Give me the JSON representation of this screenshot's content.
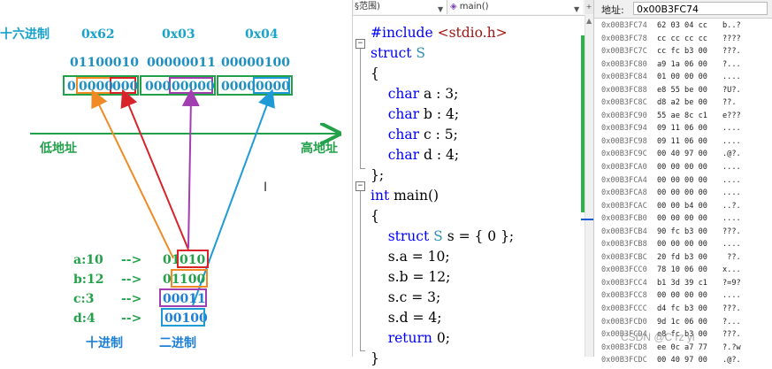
{
  "diagram": {
    "hex_label": "十六进制",
    "hex_values": [
      "0x62",
      "0x03",
      "0x04"
    ],
    "binary_values": [
      "01100010",
      "00000011",
      "00000100"
    ],
    "memory_bytes": {
      "b1_pre": "0",
      "b1_orange": "0000",
      "b1_red": "000",
      "b2_pre": "000",
      "b2_purple": "00000",
      "b3_green": "0000",
      "b3_blue": "0000"
    },
    "low_address": "低地址",
    "high_address": "高地址",
    "members": [
      {
        "label": "a:10",
        "arrow": "-->",
        "bin_pre": "01",
        "bin_box": "010"
      },
      {
        "label": "b:12",
        "arrow": "-->",
        "bin_pre": "01",
        "bin_box": "100"
      },
      {
        "label": "c:3",
        "arrow": "-->",
        "bin_pre": "",
        "bin_box": "00011"
      },
      {
        "label": "d:4",
        "arrow": "-->",
        "bin_pre": "",
        "bin_box": "00100"
      }
    ],
    "decimal_label": "十进制",
    "binary_label": "二进制",
    "colors": {
      "orange": "#f08a24",
      "red": "#d9232b",
      "purple": "#a23fb0",
      "blue": "#1e9bd7",
      "green": "#22a04a"
    }
  },
  "editor": {
    "scope_dropdown": "§范围)",
    "function_dropdown": "main()",
    "code_lines": [
      {
        "parts": [
          {
            "t": "#include ",
            "c": "kw"
          },
          {
            "t": "<stdio.h>",
            "c": "str"
          }
        ]
      },
      {
        "parts": [
          {
            "t": "struct ",
            "c": "kw"
          },
          {
            "t": "S",
            "c": "type"
          }
        ]
      },
      {
        "parts": [
          {
            "t": "{",
            "c": ""
          }
        ]
      },
      {
        "parts": [
          {
            "t": "    ",
            "c": ""
          },
          {
            "t": "char",
            "c": "kw"
          },
          {
            "t": " a : 3;",
            "c": ""
          }
        ]
      },
      {
        "parts": [
          {
            "t": "    ",
            "c": ""
          },
          {
            "t": "char",
            "c": "kw"
          },
          {
            "t": " b : 4;",
            "c": ""
          }
        ]
      },
      {
        "parts": [
          {
            "t": "    ",
            "c": ""
          },
          {
            "t": "char",
            "c": "kw"
          },
          {
            "t": " c : 5;",
            "c": ""
          }
        ]
      },
      {
        "parts": [
          {
            "t": "    ",
            "c": ""
          },
          {
            "t": "char",
            "c": "kw"
          },
          {
            "t": " d : 4;",
            "c": ""
          }
        ]
      },
      {
        "parts": [
          {
            "t": "};",
            "c": ""
          }
        ]
      },
      {
        "parts": [
          {
            "t": "int",
            "c": "kw"
          },
          {
            "t": " main()",
            "c": ""
          }
        ]
      },
      {
        "parts": [
          {
            "t": "{",
            "c": ""
          }
        ]
      },
      {
        "parts": [
          {
            "t": "    ",
            "c": ""
          },
          {
            "t": "struct ",
            "c": "kw"
          },
          {
            "t": "S",
            "c": "type"
          },
          {
            "t": " s = { 0 };",
            "c": ""
          }
        ]
      },
      {
        "parts": [
          {
            "t": "    s.a = 10;",
            "c": ""
          }
        ]
      },
      {
        "parts": [
          {
            "t": "    s.b = 12;",
            "c": ""
          }
        ]
      },
      {
        "parts": [
          {
            "t": "    s.c = 3;",
            "c": ""
          }
        ]
      },
      {
        "parts": [
          {
            "t": "    s.d = 4;",
            "c": ""
          }
        ]
      },
      {
        "parts": [
          {
            "t": "    ",
            "c": ""
          },
          {
            "t": "return",
            "c": "kw"
          },
          {
            "t": " 0;",
            "c": ""
          }
        ]
      },
      {
        "parts": [
          {
            "t": "}",
            "c": ""
          }
        ]
      }
    ]
  },
  "memory": {
    "address_label": "地址:",
    "address_value": "0x00B3FC74",
    "rows": [
      {
        "addr": "0x00B3FC74",
        "bytes": "62 03 04 cc",
        "ascii": "b..?"
      },
      {
        "addr": "0x00B3FC78",
        "bytes": "cc cc cc cc",
        "ascii": "????"
      },
      {
        "addr": "0x00B3FC7C",
        "bytes": "cc fc b3 00",
        "ascii": "???."
      },
      {
        "addr": "0x00B3FC80",
        "bytes": "a9 1a 06 00",
        "ascii": "?..."
      },
      {
        "addr": "0x00B3FC84",
        "bytes": "01 00 00 00",
        "ascii": "...."
      },
      {
        "addr": "0x00B3FC88",
        "bytes": "e8 55 be 00",
        "ascii": "?U?."
      },
      {
        "addr": "0x00B3FC8C",
        "bytes": "d8 a2 be 00",
        "ascii": "??."
      },
      {
        "addr": "0x00B3FC90",
        "bytes": "55 ae 8c c1",
        "ascii": "e???"
      },
      {
        "addr": "0x00B3FC94",
        "bytes": "09 11 06 00",
        "ascii": "...."
      },
      {
        "addr": "0x00B3FC98",
        "bytes": "09 11 06 00",
        "ascii": "...."
      },
      {
        "addr": "0x00B3FC9C",
        "bytes": "00 40 97 00",
        "ascii": ".@?."
      },
      {
        "addr": "0x00B3FCA0",
        "bytes": "00 00 00 00",
        "ascii": "...."
      },
      {
        "addr": "0x00B3FCA4",
        "bytes": "00 00 00 00",
        "ascii": "...."
      },
      {
        "addr": "0x00B3FCA8",
        "bytes": "00 00 00 00",
        "ascii": "...."
      },
      {
        "addr": "0x00B3FCAC",
        "bytes": "00 00 b4 00",
        "ascii": "..?."
      },
      {
        "addr": "0x00B3FCB0",
        "bytes": "00 00 00 00",
        "ascii": "...."
      },
      {
        "addr": "0x00B3FCB4",
        "bytes": "90 fc b3 00",
        "ascii": "???."
      },
      {
        "addr": "0x00B3FCB8",
        "bytes": "00 00 00 00",
        "ascii": "...."
      },
      {
        "addr": "0x00B3FCBC",
        "bytes": "20 fd b3 00",
        "ascii": " ??."
      },
      {
        "addr": "0x00B3FCC0",
        "bytes": "78 10 06 00",
        "ascii": "x..."
      },
      {
        "addr": "0x00B3FCC4",
        "bytes": "b1 3d 39 c1",
        "ascii": "?=9?"
      },
      {
        "addr": "0x00B3FCC8",
        "bytes": "00 00 00 00",
        "ascii": "...."
      },
      {
        "addr": "0x00B3FCCC",
        "bytes": "d4 fc b3 00",
        "ascii": "???."
      },
      {
        "addr": "0x00B3FCD0",
        "bytes": "9d 1c 06 00",
        "ascii": "?..."
      },
      {
        "addr": "0x00B3FCD4",
        "bytes": "e8 fc b3 00",
        "ascii": "???."
      },
      {
        "addr": "0x00B3FCD8",
        "bytes": "ee 0c a7 77",
        "ascii": "?.?w"
      },
      {
        "addr": "0x00B3FCDC",
        "bytes": "00 40 97 00",
        "ascii": ".@?."
      }
    ],
    "watermark": "CSDN @C rz yi"
  }
}
